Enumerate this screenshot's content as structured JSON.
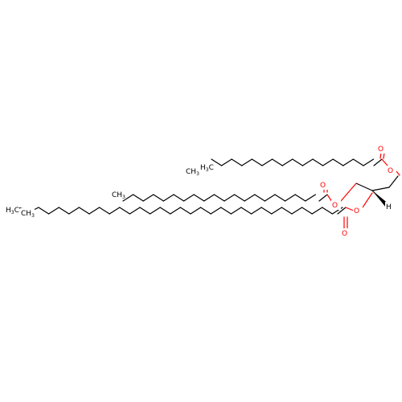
{
  "molecule": {
    "colors": {
      "bond": "#000000",
      "oxygen": "#ff0000",
      "carbon": "#000000",
      "background": "#ffffff"
    },
    "atoms": {
      "o_ester_top": "O",
      "o_carbonyl_top": "O",
      "o_ester_mid": "O",
      "o_carbonyl_mid": "O",
      "o_ester_bot": "O",
      "o_carbonyl_bot": "O",
      "ch3_top_end": "CH",
      "ch3_top_sub": "3",
      "h3c_top_pre": "H",
      "h3c_top_sub": "3",
      "h3c_top_post": "C",
      "ch3_mid_end": "CH",
      "ch3_mid_sub": "3",
      "h3c_bot_pre": "H",
      "h3c_bot_sub": "3",
      "h3c_bot_post": "C",
      "ch3_bot_end": "CH",
      "ch3_bot_sub": "3",
      "stereo_h": "H"
    }
  }
}
